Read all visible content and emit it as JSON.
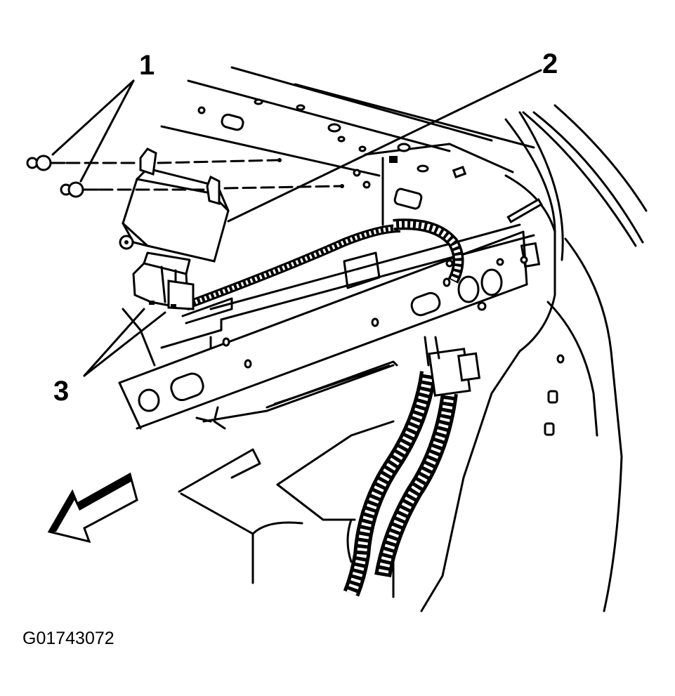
{
  "figure": {
    "figure_id": "G01743072",
    "colors": {
      "ink": "#000000",
      "paper": "#ffffff"
    }
  },
  "callouts": [
    {
      "number": "1",
      "part": "fastener-nuts"
    },
    {
      "number": "2",
      "part": "module"
    },
    {
      "number": "3",
      "part": "electrical-connectors"
    }
  ],
  "icons": {
    "direction": "front-arrow-icon"
  }
}
